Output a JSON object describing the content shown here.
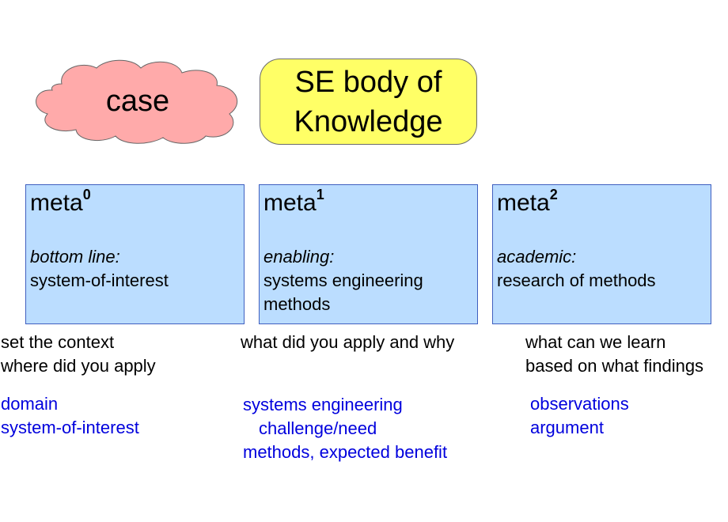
{
  "case_cloud": {
    "label": "case",
    "fill": "#ffaaaa",
    "stroke": "#666666"
  },
  "sebok": {
    "line1": "SE body of",
    "line2": "Knowledge",
    "fill": "#ffff66"
  },
  "meta_boxes": [
    {
      "title": "meta",
      "superscript": "0",
      "role": "bottom line:",
      "desc_lines": [
        "system-of-interest"
      ]
    },
    {
      "title": "meta",
      "superscript": "1",
      "role": "enabling:",
      "desc_lines": [
        "systems engineering",
        "methods"
      ]
    },
    {
      "title": "meta",
      "superscript": "2",
      "role": "academic:",
      "desc_lines": [
        "research of methods"
      ]
    }
  ],
  "questions": [
    [
      "set the context",
      "where did you apply"
    ],
    [
      "what did you apply and why"
    ],
    [
      "what can we learn",
      "based on what findings"
    ]
  ],
  "answers": [
    [
      "domain",
      "system-of-interest"
    ],
    [
      "systems engineering",
      "challenge/need",
      "methods, expected benefit"
    ],
    [
      "observations",
      "argument"
    ]
  ],
  "colors": {
    "box_fill": "#bbddff",
    "box_border": "#3f5fbf",
    "answer_text": "#0000dd"
  }
}
